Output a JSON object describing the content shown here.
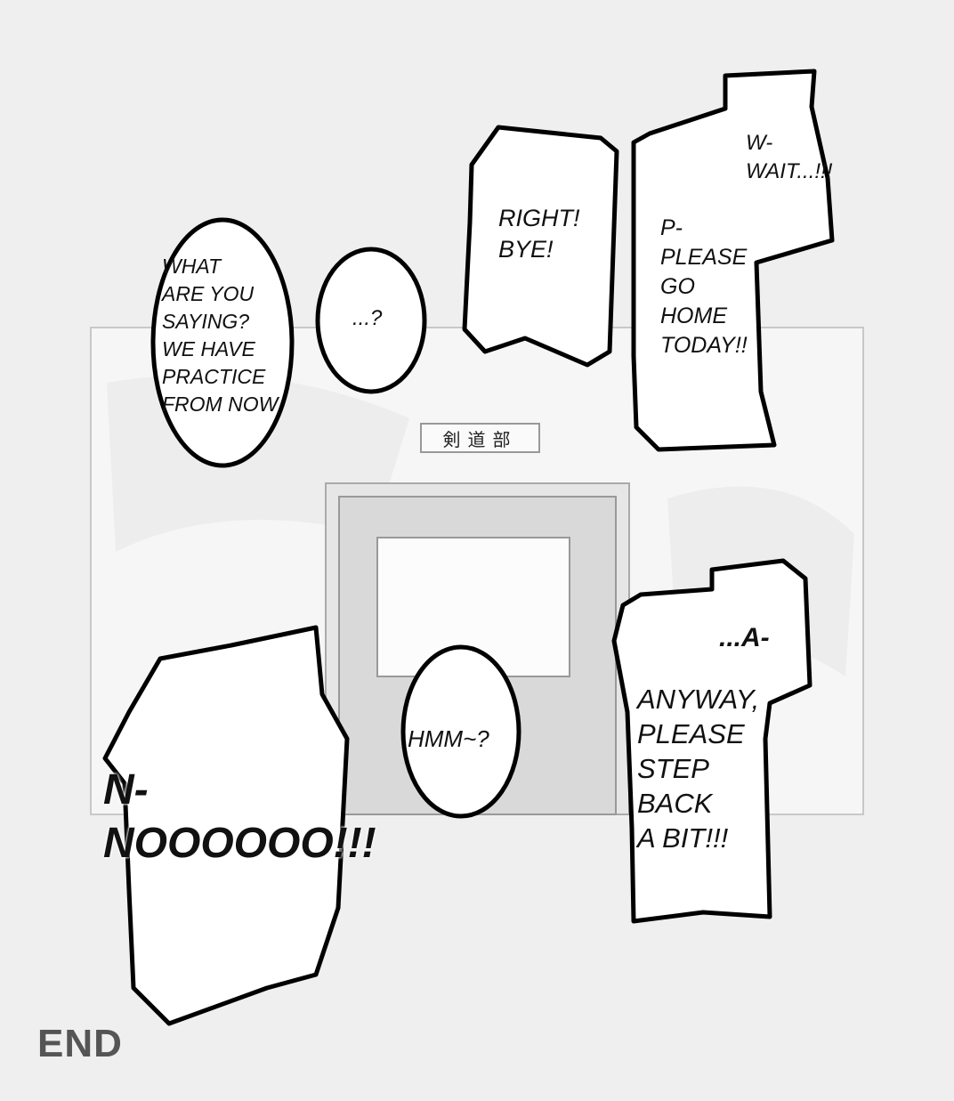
{
  "sign": {
    "text": "剣道部"
  },
  "bubbles": {
    "what_are_you_saying": [
      "What",
      "are you",
      "saying?",
      "We have",
      "practice",
      "from now"
    ],
    "question": "...?",
    "right_bye": [
      "Right!",
      "Bye!"
    ],
    "wait": [
      "W-",
      "wait...!!!"
    ],
    "please_go_home": [
      "P-",
      "please",
      "go",
      "home",
      "today!!"
    ],
    "a": "...A-",
    "anyway": [
      "Anyway,",
      "please",
      "step",
      "back",
      "a bit!!!"
    ],
    "hmm": "Hmm~?",
    "no": [
      "N-",
      "NOOOOOO!!!"
    ]
  },
  "end_label": "END"
}
